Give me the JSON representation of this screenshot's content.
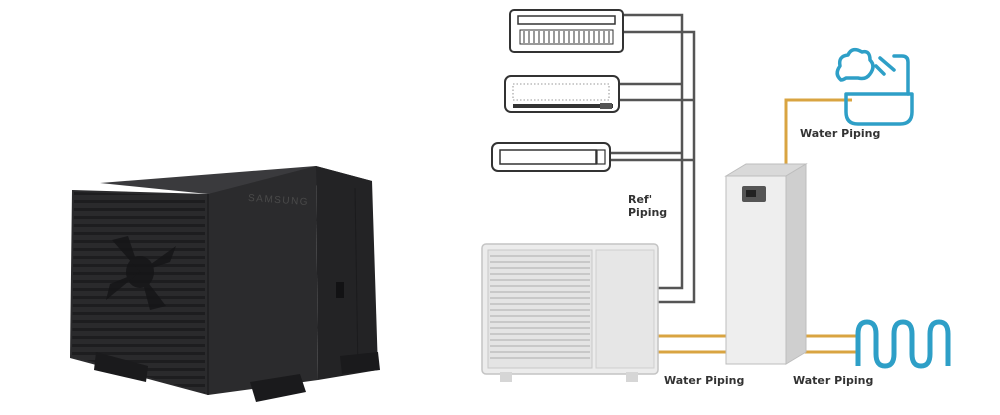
{
  "product": {
    "brand": "SAMSUNG",
    "body_color": "#2b2b2d"
  },
  "diagram": {
    "labels": {
      "ref_piping_line1": "Ref'",
      "ref_piping_line2": "Piping",
      "water_piping_hot_water": "Water Piping",
      "water_piping_outdoor": "Water Piping",
      "water_piping_radiator": "Water Piping"
    },
    "colors": {
      "refrigerant_pipe": "#555555",
      "water_pipe": "#d9a441",
      "accent_blue": "#2e9fc7",
      "outline": "#333333"
    },
    "icons": [
      "cassette-indoor-unit-icon",
      "wall-mounted-indoor-unit-icon",
      "slim-wall-indoor-unit-icon",
      "outdoor-unit-icon",
      "hydro-unit-icon",
      "bath-shower-icon",
      "radiator-icon"
    ]
  }
}
